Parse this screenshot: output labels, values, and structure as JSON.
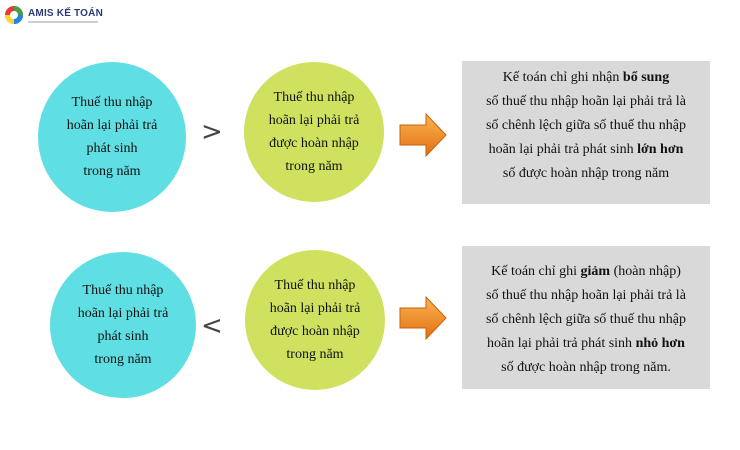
{
  "logo": {
    "name": "AMIS KẾ TOÁN",
    "icon": "amis-logo-icon"
  },
  "colors": {
    "cyan": "#5fdfe3",
    "lime": "#cfe15f",
    "arrow": "#f08a1c",
    "box": "#d9d9d9"
  },
  "rows": [
    {
      "left_circle": [
        "Thuế thu nhập",
        "hoãn lại phải trả",
        "phát sinh",
        "trong năm"
      ],
      "comparator": ">",
      "right_circle": [
        "Thuế thu nhập",
        "hoãn lại phải trả",
        "được hoàn nhập",
        "trong năm"
      ],
      "box": {
        "line1_pre": "Kế toán chỉ ghi nhận ",
        "line1_bold": "bổ sung",
        "line2": "số thuế thu nhập hoãn lại phải trả là",
        "line3": "số chênh lệch giữa số thuế thu nhập",
        "line4_pre": "hoãn lại phải trả phát sinh ",
        "line4_bold": "lớn hơn",
        "line5": "số được hoàn nhập trong năm"
      }
    },
    {
      "left_circle": [
        "Thuế thu nhập",
        "hoãn lại phải trả",
        "phát sinh",
        "trong năm"
      ],
      "comparator": "<",
      "right_circle": [
        "Thuế thu nhập",
        "hoãn lại phải trả",
        "được hoàn nhập",
        "trong năm"
      ],
      "box": {
        "line1_pre": "Kế toán chỉ ghi ",
        "line1_bold": "giảm",
        "line1_post": " (hoàn nhập)",
        "line2": "số thuế thu nhập hoãn lại phải trả là",
        "line3": "số chênh lệch giữa số thuế thu nhập",
        "line4_pre": "hoãn lại phải trả phát sinh ",
        "line4_bold": "nhỏ hơn",
        "line5": "số được hoàn nhập trong năm."
      }
    }
  ]
}
